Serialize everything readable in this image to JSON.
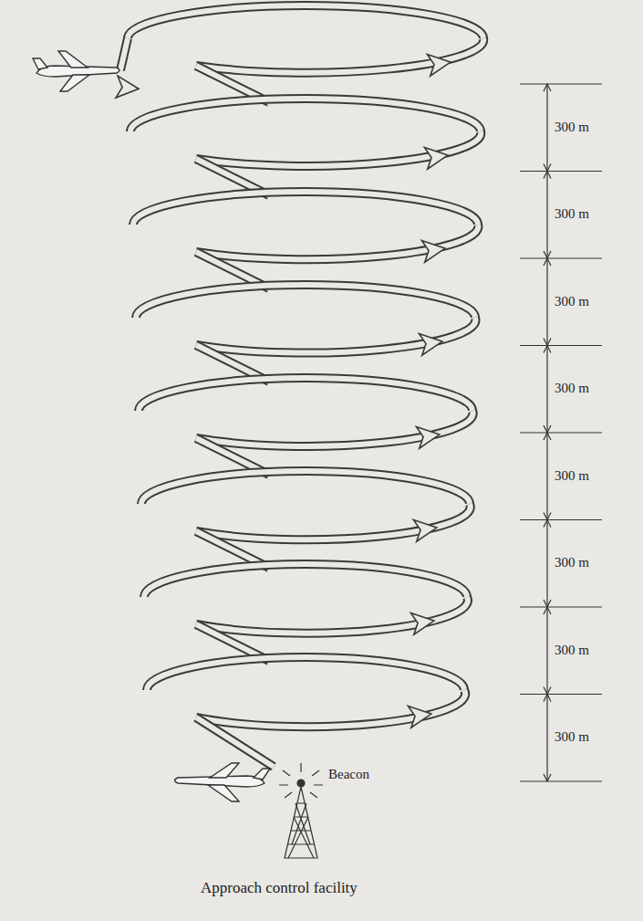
{
  "diagram": {
    "labels": [
      "300 m",
      "300 m",
      "300 m",
      "300 m",
      "300 m",
      "300 m",
      "300 m",
      "300 m",
      "Beacon",
      "Approach control facility"
    ]
  }
}
